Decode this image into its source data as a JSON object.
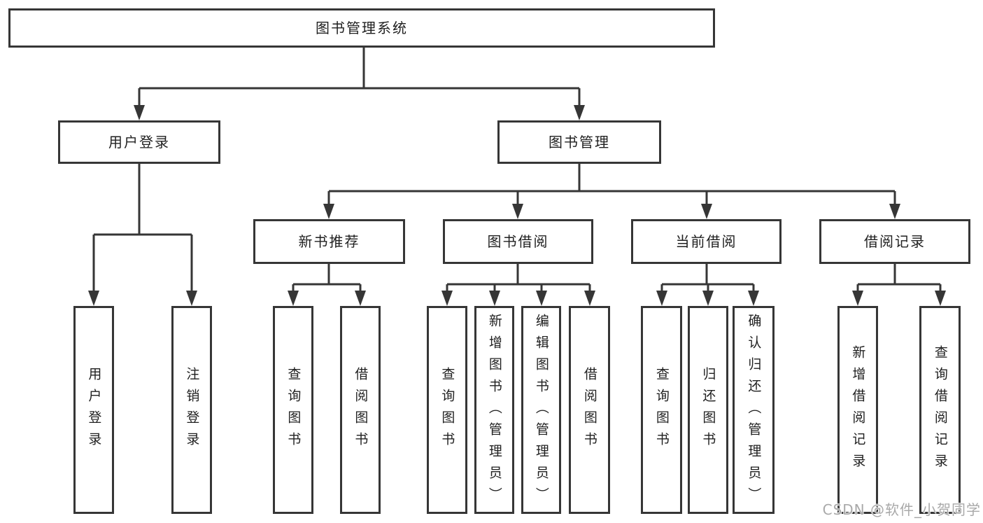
{
  "tree": {
    "root": {
      "label": "图书管理系统",
      "children": [
        {
          "label": "用户登录",
          "children": [
            {
              "label": "用户登录"
            },
            {
              "label": "注销登录"
            }
          ]
        },
        {
          "label": "图书管理",
          "children": [
            {
              "label": "新书推荐",
              "children": [
                {
                  "label": "查询图书"
                },
                {
                  "label": "借阅图书"
                }
              ]
            },
            {
              "label": "图书借阅",
              "children": [
                {
                  "label": "查询图书"
                },
                {
                  "label": "新增图书（管理员）"
                },
                {
                  "label": "编辑图书（管理员）"
                },
                {
                  "label": "借阅图书"
                }
              ]
            },
            {
              "label": "当前借阅",
              "children": [
                {
                  "label": "查询图书"
                },
                {
                  "label": "归还图书"
                },
                {
                  "label": "确认归还（管理员）"
                }
              ]
            },
            {
              "label": "借阅记录",
              "children": [
                {
                  "label": "新增借阅记录"
                },
                {
                  "label": "查询借阅记录"
                }
              ]
            }
          ]
        }
      ]
    }
  },
  "watermark": "CSDN @软件_小贺同学",
  "colors": {
    "line": "#363636",
    "box_border": "#363636",
    "text": "#1f1f1f",
    "watermark": "#a9a9a9",
    "background": "#ffffff"
  }
}
